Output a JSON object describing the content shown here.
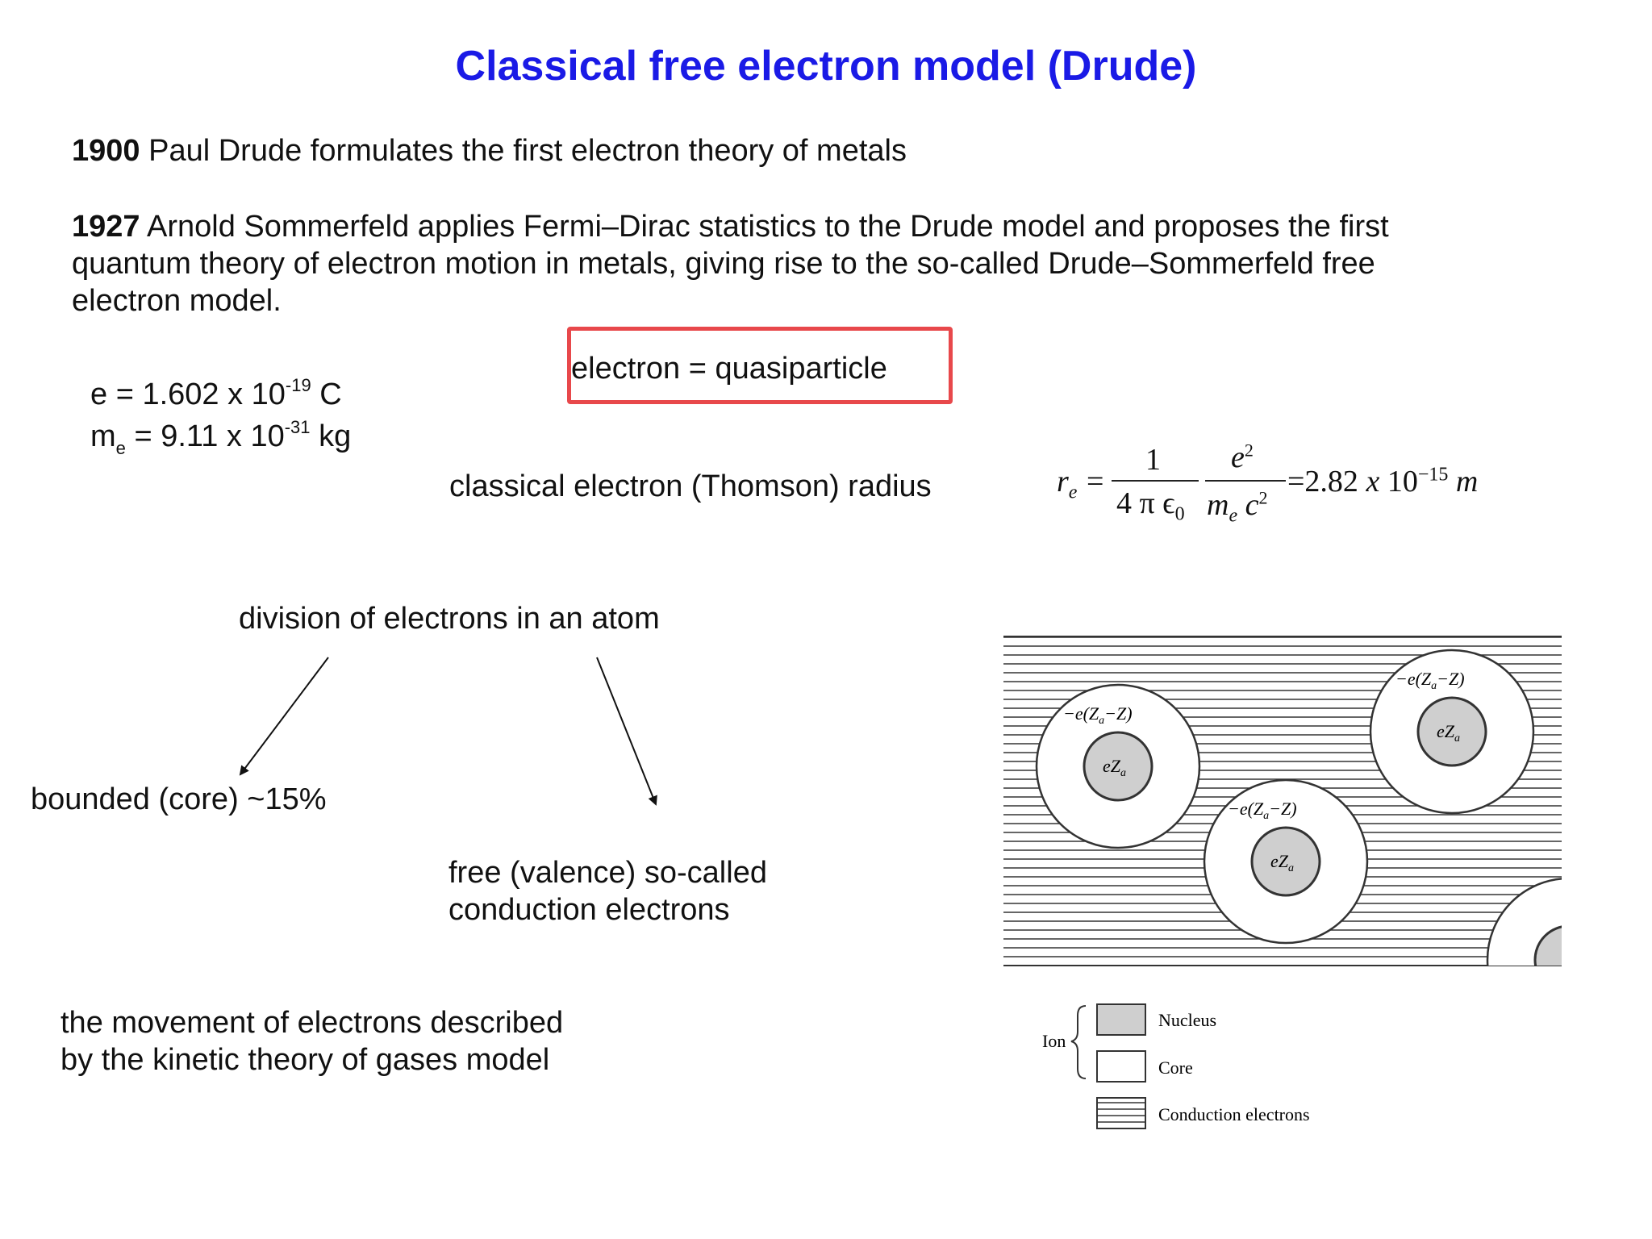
{
  "title": "Classical free electron model (Drude)",
  "history": [
    {
      "year": "1900",
      "text": " Paul Drude formulates the first electron theory of metals"
    },
    {
      "year": "1927",
      "text": " Arnold Sommerfeld applies Fermi–Dirac statistics to the Drude model and proposes the first",
      "line2": "quantum theory of electron motion in metals, giving rise to the so-called Drude–Sommerfeld free",
      "line3": "electron model."
    }
  ],
  "constants": {
    "charge": {
      "lhs": "e = 1.602 x 10",
      "exp": "-19",
      "unit": " C"
    },
    "mass": {
      "lhs": "m",
      "sub": "e",
      "mid": " = 9.11 x 10",
      "exp": "-31",
      "unit": " kg"
    }
  },
  "highlight": "electron = quasiparticle",
  "radius": {
    "label": "classical electron (Thomson) radius",
    "lhs": "r",
    "lhs_sub": "e",
    "eq": "=",
    "frac1_num": "1",
    "frac1_den": "4 π ϵ",
    "frac1_den_sub": "0",
    "frac2_num": "e",
    "frac2_num_sup": "2",
    "frac2_den_m": "m",
    "frac2_den_sub": "e",
    "frac2_den_c": "c",
    "frac2_den_sup": "2",
    "result": "=2.82",
    "x": "x",
    "ten": "10",
    "exp": "−15",
    "unit": "m"
  },
  "division": {
    "heading": "division of electrons in an atom",
    "bound": "bounded (core) ~15%",
    "free_line1": "free (valence) so-called",
    "free_line2": "conduction electrons"
  },
  "kinetic": {
    "line1": "the movement of electrons described",
    "line2": "by the kinetic theory of gases model"
  },
  "diagram": {
    "atom_charge_label": "−e(Z",
    "atom_charge_sub": "a",
    "atom_charge_tail": "−Z)",
    "nucleus_label": "eZ",
    "nucleus_sub": "a",
    "legend": {
      "ion": "Ion",
      "nucleus": "Nucleus",
      "core": "Core",
      "conduction": "Conduction electrons"
    }
  },
  "colors": {
    "title": "#1a1ae6",
    "highlight_border": "#e8484b",
    "nucleus_fill": "#cfcfcf"
  }
}
